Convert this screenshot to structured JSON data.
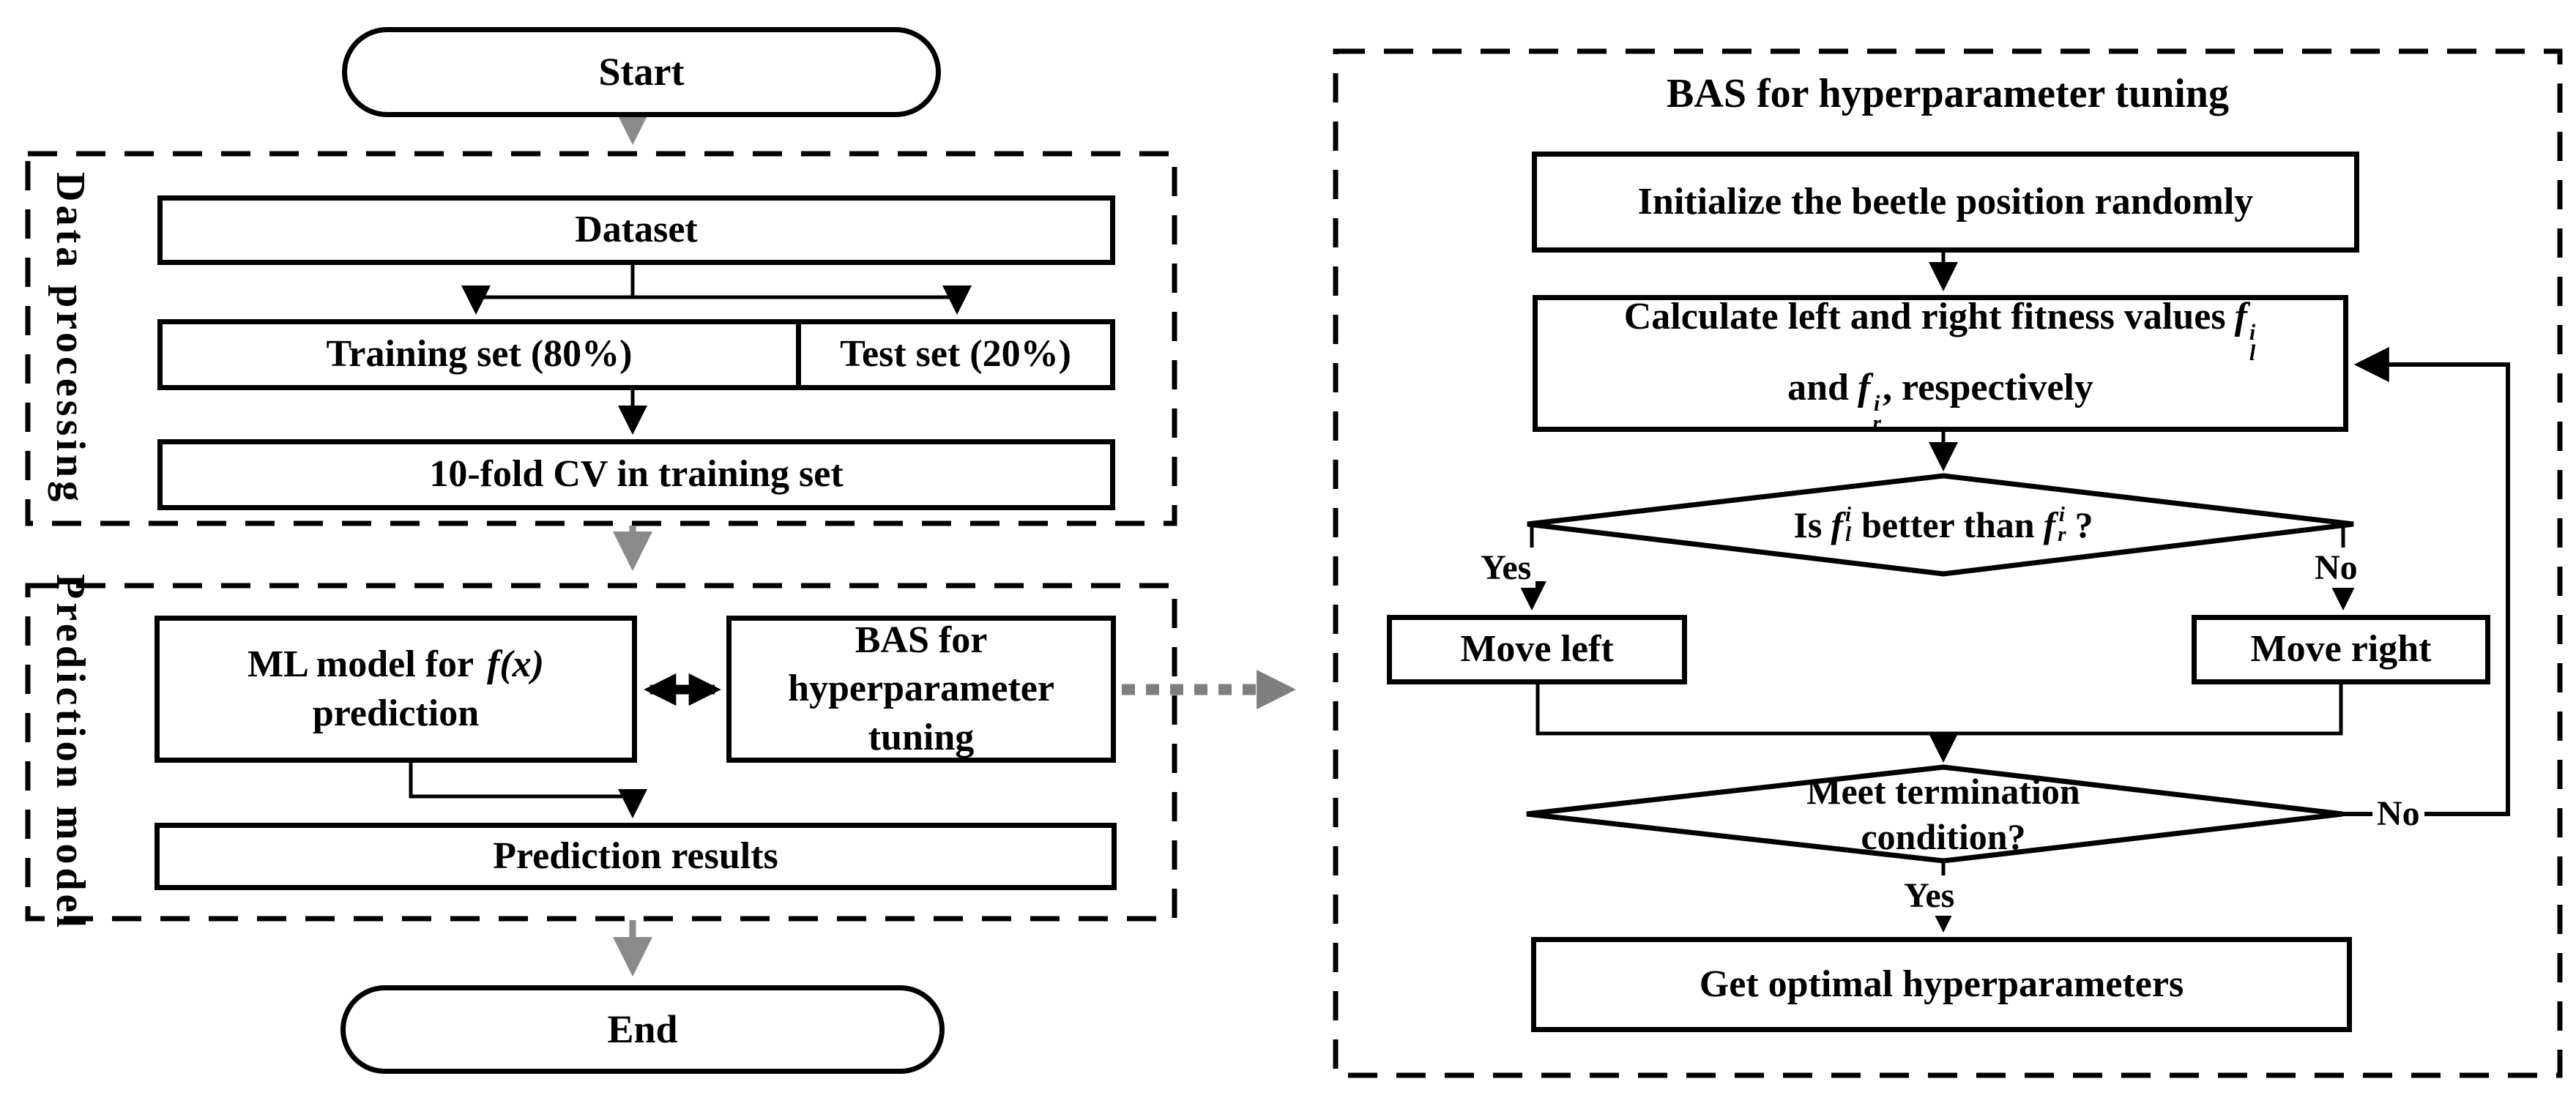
{
  "flow": {
    "start_label": "Start",
    "end_label": "End"
  },
  "data_processing": {
    "panel_label": "Data processing",
    "dataset": "Dataset",
    "training_set": "Training set (80%)",
    "test_set": "Test set (20%)",
    "cv": "10-fold CV in training set"
  },
  "prediction_model": {
    "panel_label": "Prediction model",
    "ml_prefix": "ML model for",
    "ml_fx": "f(x)",
    "ml_line2": "prediction",
    "bas_box": "BAS for hyperparameter tuning",
    "results": "Prediction results"
  },
  "bas_panel": {
    "title": "BAS for hyperparameter tuning",
    "initialize": "Initialize the beetle position randomly",
    "calc_prefix": "Calculate left and right fitness values",
    "calc_and": "and",
    "calc_suffix": ", respectively",
    "d1_is": "Is",
    "d1_better": "better than",
    "d1_q": "?",
    "move_left": "Move left",
    "move_right": "Move right",
    "d2_line1": "Meet termination",
    "d2_line2": "condition?",
    "get_optimal": "Get optimal hyperparameters",
    "yes": "Yes",
    "no": "No",
    "math": {
      "f": "f",
      "i": "i",
      "l": "l",
      "r": "r"
    }
  },
  "colors": {
    "ink": "#000000",
    "gray": "#8a8a8a",
    "dotted_gray": "#7f7f7f",
    "background": "#ffffff"
  }
}
